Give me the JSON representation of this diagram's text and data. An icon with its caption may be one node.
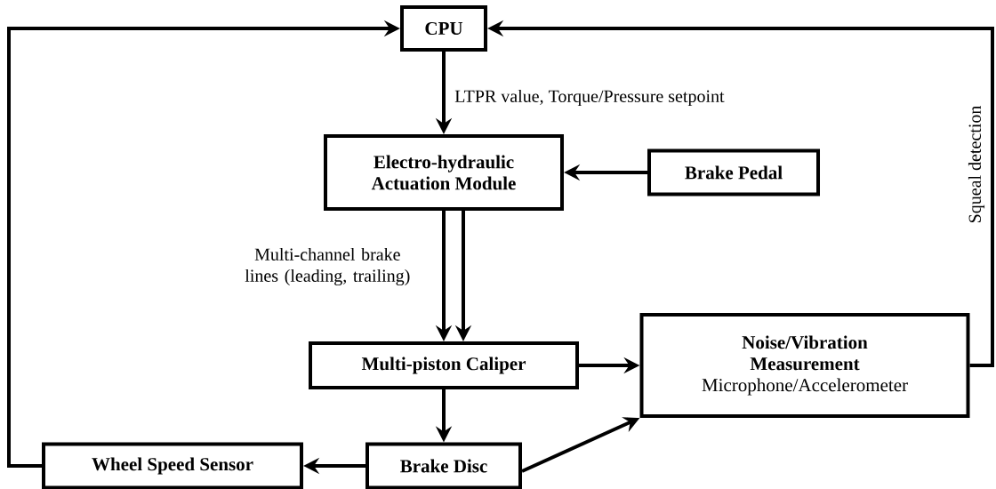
{
  "diagram": {
    "nodes": [
      {
        "text": [
          "CPU"
        ]
      },
      {
        "text": [
          "Electro-hydraulic Actuation Module"
        ]
      },
      {
        "text": [
          "Brake Pedal"
        ]
      },
      {
        "text": [
          "Multi-piston Caliper"
        ]
      },
      {
        "text": [
          "Noise/Vibration Measurement",
          "Microphone/Accelerometer"
        ]
      },
      {
        "text": [
          "Wheel Speed Sensor"
        ]
      },
      {
        "text": [
          "Brake Disc"
        ]
      }
    ],
    "edges": [
      {
        "from": 5,
        "to": 0,
        "arrow": "to"
      },
      {
        "from": 4,
        "to": 0,
        "arrow": "to",
        "label": "Squeal detection"
      },
      {
        "from": 0,
        "to": 1,
        "arrow": "to",
        "label": "LTPR value, Torque/Pressure setpoint"
      },
      {
        "from": 2,
        "to": 1,
        "arrow": "to"
      },
      {
        "from": 1,
        "to": 3,
        "arrow": "to",
        "label": "Multi-channel brake lines (leading, trailing)"
      },
      {
        "from": 1,
        "to": 3,
        "arrow": "to"
      },
      {
        "from": 3,
        "to": 4,
        "arrow": "to"
      },
      {
        "from": 3,
        "to": 6,
        "arrow": "to"
      },
      {
        "from": 6,
        "to": 5,
        "arrow": "to"
      },
      {
        "from": 6,
        "to": 4,
        "arrow": "to"
      }
    ]
  }
}
